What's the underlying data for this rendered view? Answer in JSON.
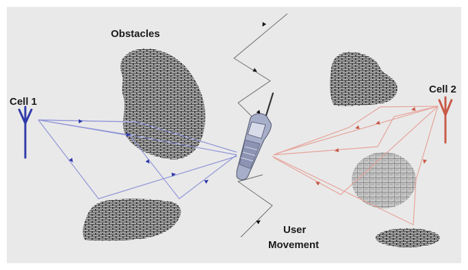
{
  "labels": {
    "obstacles": "Obstacles",
    "cell1": "Cell 1",
    "cell2": "Cell 2",
    "user_line1": "User",
    "user_line2": "Movement"
  },
  "colors": {
    "background": "#e9e9e9",
    "cell1_paths": "#8f95d8",
    "cell1_antenna": "#2f3aa8",
    "cell2_paths": "#e6a39a",
    "cell2_antenna": "#c85a48",
    "obstacle_dark": "#3b3b3b",
    "obstacle_light": "#bdbdbd",
    "user_path": "#6b6b6b",
    "phone": "#a7aec9"
  }
}
